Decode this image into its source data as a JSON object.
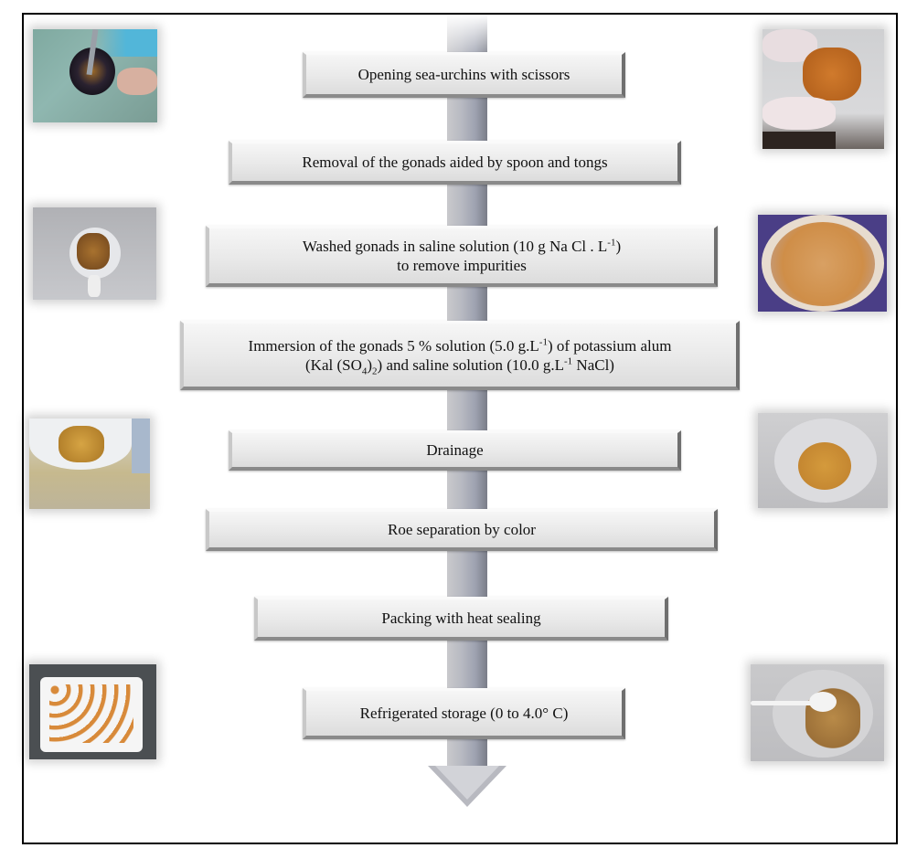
{
  "figure": {
    "type": "process-flowchart",
    "arrow_direction": "down",
    "colors": {
      "border": "#000000",
      "arrow": "#a0a3ae",
      "step_box": "#e6e6e6",
      "roe": "#c9803a"
    }
  },
  "steps": [
    {
      "label": "Opening sea-urchins with scissors"
    },
    {
      "label": "Removal of the gonads aided by spoon and tongs"
    },
    {
      "line1_pre": "Washed  gonads in saline solution (10 g Na Cl . L",
      "line1_sup": "-1",
      "line1_post": ")",
      "line2": "to remove impurities"
    },
    {
      "line1_pre": "Immersion of the gonads 5 % solution (5.0 g.L",
      "line1_sup": "-1",
      "line1_post": ") of potassium alum",
      "line2_a": "(Kal (SO",
      "line2_sub1": "4",
      "line2_b": ")",
      "line2_sub2": "2",
      "line2_c": ") and saline solution (10.0 g.L",
      "line2_sup": "-1",
      "line2_d": " NaCl)"
    },
    {
      "label": "Drainage"
    },
    {
      "label": "Roe separation by color"
    },
    {
      "label": "Packing with heat sealing"
    },
    {
      "label": "Refrigerated storage  (0 to 4.0° C)"
    }
  ],
  "photos": {
    "left": [
      {
        "name": "sea-urchin-opening-photo",
        "depicts": "opening sea urchin with scissors"
      },
      {
        "name": "gonads-in-strainer-photo",
        "depicts": "gonads in strainer over bowl"
      },
      {
        "name": "drainage-photo",
        "depicts": "draining gonads in sieve"
      },
      {
        "name": "packed-tray-photo",
        "depicts": "packed roe in white tray"
      }
    ],
    "right": [
      {
        "name": "gonad-removal-photo",
        "depicts": "gloved hand removing gonads with tongs"
      },
      {
        "name": "washed-gonads-photo",
        "depicts": "gonads in saline solution dish"
      },
      {
        "name": "drained-roe-bowl-photo",
        "depicts": "drained roe in plastic bowl"
      },
      {
        "name": "roe-with-spoon-photo",
        "depicts": "roe with plastic spoon"
      }
    ]
  }
}
